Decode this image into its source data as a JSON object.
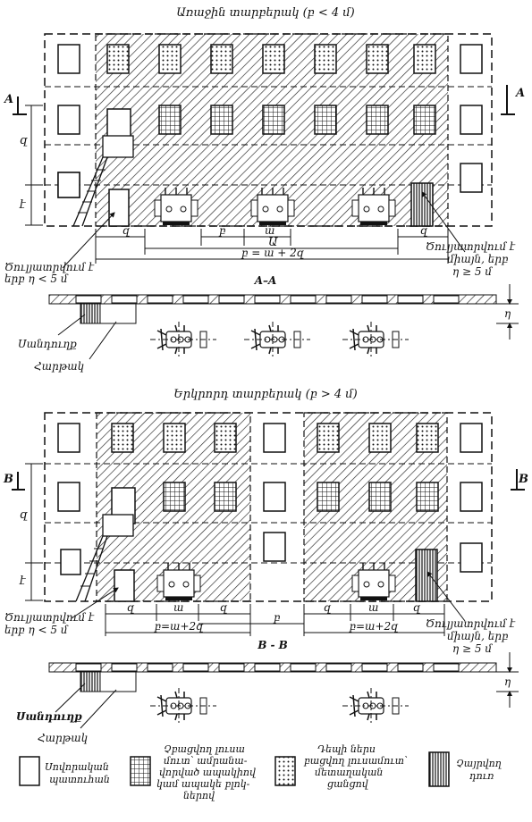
{
  "variant1": {
    "title": "Առաջին տարբերակ (բ < 4 մ)",
    "section_mark": "A",
    "dim_q_vertical": "զ",
    "dim_t_vertical": "է",
    "dim_q_left": "զ",
    "dim_p": "բ",
    "dim_w": "ա",
    "dim_u": "Ա",
    "dim_q_right": "զ",
    "dim_total": "բ = ա + 2զ",
    "note_left": [
      "Ծուլյատրվում է",
      "երբ η < 5 մ"
    ],
    "note_right": [
      "Ծուլյատրվում է",
      "միայն, երբ",
      "η ≥ 5 մ"
    ],
    "section_title": "A–A",
    "section_h": "η",
    "label_stairs": "Սանդուղք",
    "label_platform": "Հարթակ"
  },
  "variant2": {
    "title": "Երկրորդ տարբերակ (բ > 4 մ)",
    "section_mark": "B",
    "dim_q_vertical": "զ",
    "dim_t_vertical": "է",
    "dim_q1": "զ",
    "dim_w1": "ա",
    "dim_q2": "զ",
    "dim_p": "բ",
    "dim_q3": "զ",
    "dim_w2": "ա",
    "dim_q4": "զ",
    "dim_total_left": "բ=ա+2զ",
    "dim_total_right": "բ=ա+2զ",
    "note_left": [
      "Ծուլյատրվում է",
      "երբ η < 5 մ"
    ],
    "note_right": [
      "Ծուլյատրվում է",
      "միայն, երբ",
      "η ≥ 5 մ"
    ],
    "section_title": "B - B",
    "section_h": "η",
    "label_stairs": "Սանդուղք",
    "label_platform": "Հարթակ"
  },
  "legend": [
    {
      "key": "ordinary",
      "lines": [
        "Սովորական",
        "պատուհան"
      ]
    },
    {
      "key": "reinforced",
      "lines": [
        "Չբացվող լուսա",
        "մուտ՝ ամրանա-",
        "վորված ապակիով",
        "կամ ապակե բլոկ-",
        "ներով"
      ]
    },
    {
      "key": "glassblock",
      "lines": [
        "Դեպի ներս",
        "բացվող լուսամուտ՝",
        "մետաղական",
        "ցանցով"
      ]
    },
    {
      "key": "door",
      "lines": [
        "Չայրվող",
        "դուռ"
      ]
    }
  ]
}
